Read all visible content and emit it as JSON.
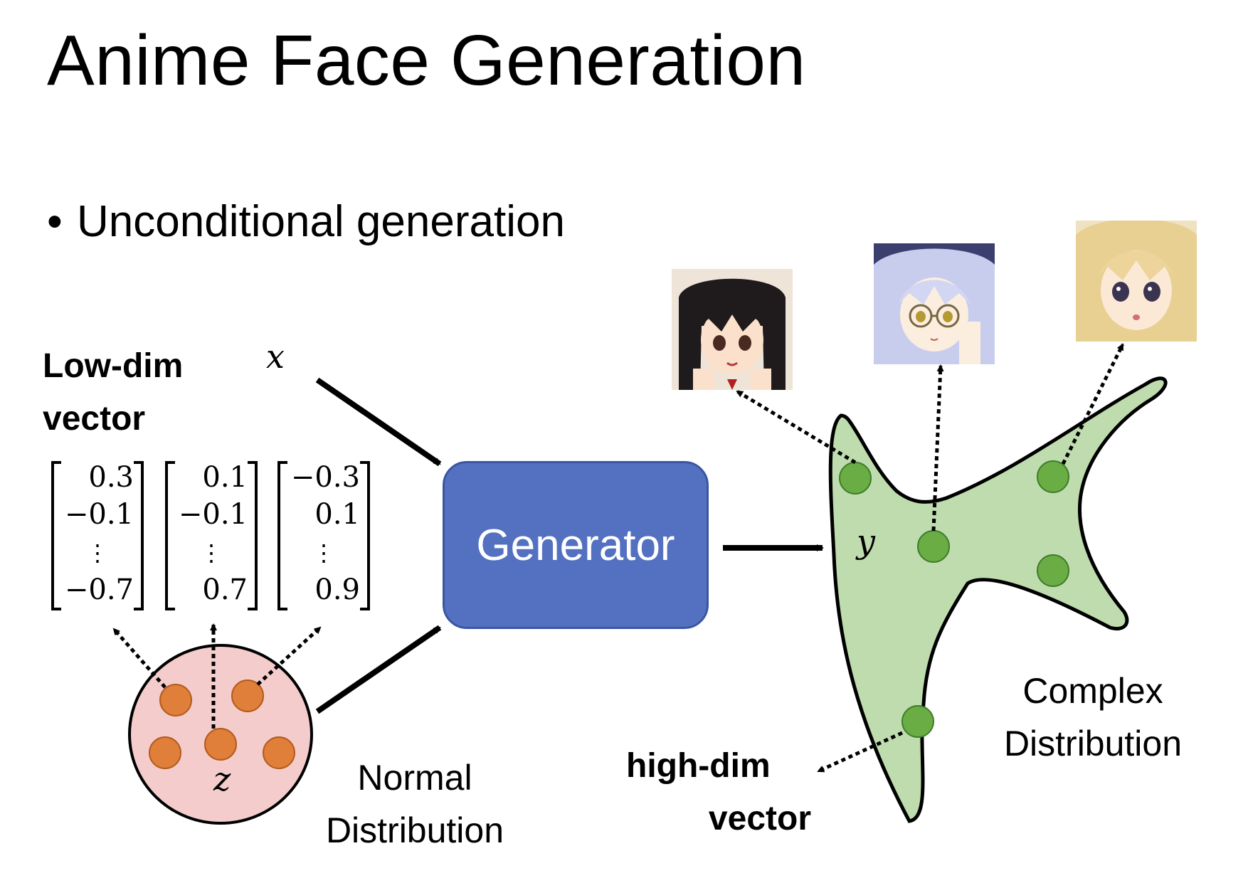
{
  "slide": {
    "title": "Anime Face Generation",
    "bullet": "Unconditional generation",
    "bullet_marker": "•"
  },
  "diagram": {
    "low_dim_label": [
      "Low-dim",
      "vector"
    ],
    "x_symbol": "x",
    "z_symbol": "z",
    "y_symbol": "y",
    "generator_label": "Generator",
    "normal_label": [
      "Normal",
      "Distribution"
    ],
    "complex_label": [
      "Complex",
      "Distribution"
    ],
    "high_dim_label": [
      "high-dim",
      "vector"
    ],
    "vectors": [
      {
        "values": [
          "0.3",
          "−0.1",
          "⋮",
          "−0.7"
        ]
      },
      {
        "values": [
          "0.1",
          "−0.1",
          "⋮",
          "0.7"
        ]
      },
      {
        "values": [
          "−0.3",
          "0.1",
          "⋮",
          "0.9"
        ]
      }
    ],
    "colors": {
      "generator_fill": "#5470c0",
      "normal_fill": "#f4cccc",
      "normal_dot": "#e07f3a",
      "complex_fill": "#bfdcae",
      "complex_dot": "#6aad45"
    },
    "face_icons": [
      "anime-face-dark-hair-icon",
      "anime-face-white-hair-glasses-icon",
      "anime-face-blonde-hair-icon"
    ]
  }
}
